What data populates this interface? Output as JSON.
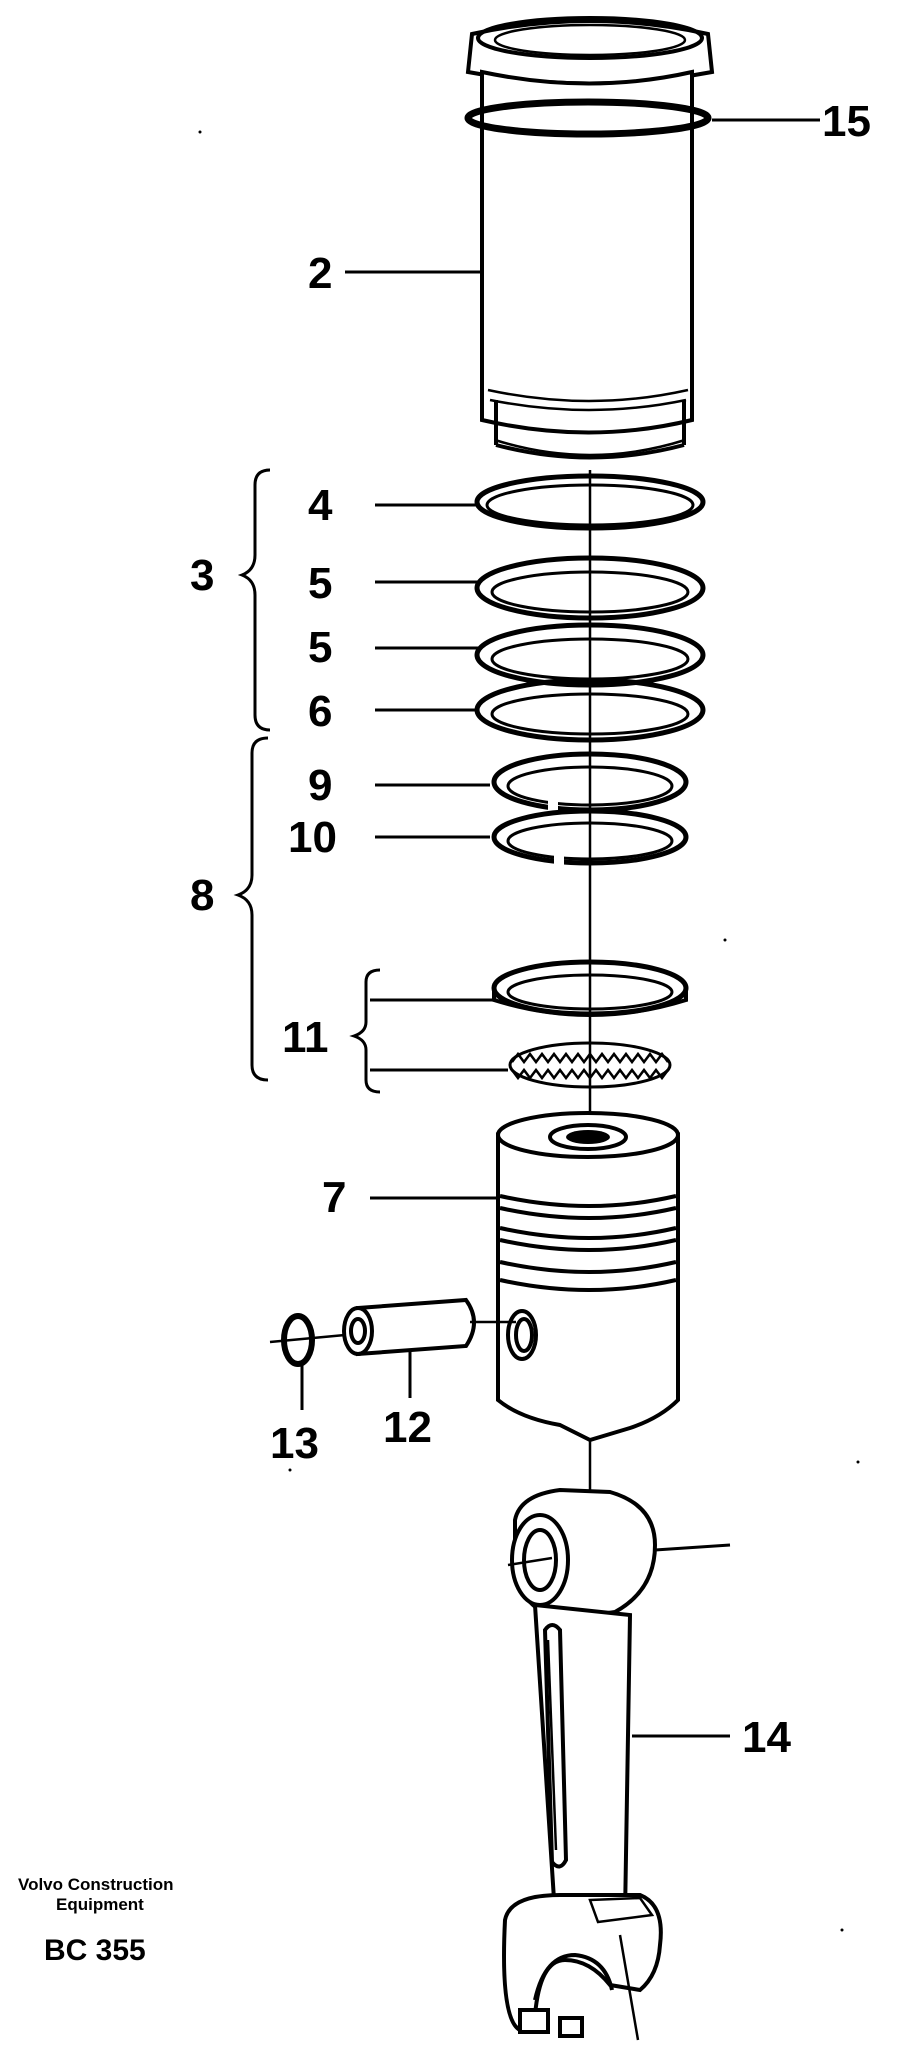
{
  "labels": {
    "p15": "15",
    "p2": "2",
    "p4": "4",
    "p3": "3",
    "p5a": "5",
    "p5b": "5",
    "p6": "6",
    "p9": "9",
    "p10": "10",
    "p8": "8",
    "p11": "11",
    "p7": "7",
    "p13": "13",
    "p12": "12",
    "p14": "14"
  },
  "footer": {
    "company_line1": "Volvo Construction",
    "company_line2": "Equipment",
    "code": "BC 355"
  },
  "colors": {
    "line": "#000000",
    "background": "#ffffff"
  }
}
